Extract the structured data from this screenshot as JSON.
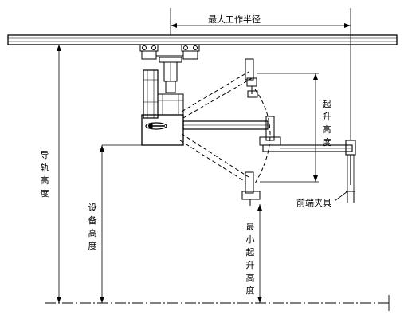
{
  "labels": {
    "max_working_radius": "最大工作半径",
    "rail_height": [
      "导",
      "轨",
      "高",
      "度"
    ],
    "equipment_height": [
      "设",
      "备",
      "高",
      "度"
    ],
    "lifting_height": [
      "起",
      "升",
      "高",
      "度"
    ],
    "min_lifting_height": [
      "最",
      "小",
      "起",
      "升",
      "高",
      "度"
    ],
    "front_clamp": "前端夹具"
  },
  "colors": {
    "line": "#000000",
    "background": "#ffffff"
  },
  "icons": [
    "company-logo-icon"
  ]
}
